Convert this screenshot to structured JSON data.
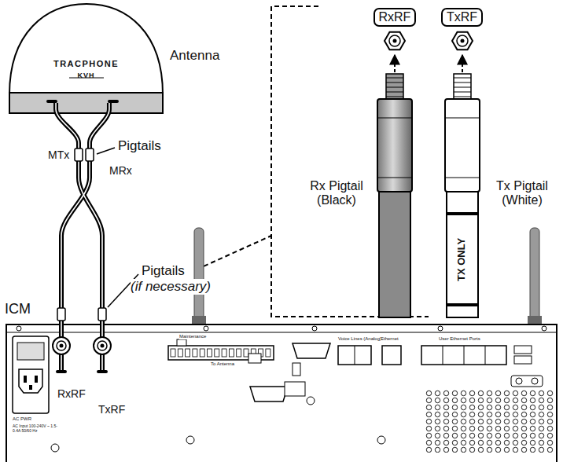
{
  "diagram": {
    "nodes": [
      {
        "text": [
          "Antenna",
          "TRACPHONE",
          "KVH"
        ]
      },
      {
        "text": [
          "MTx"
        ],
        "in": 0
      },
      {
        "text": [
          "MRx"
        ],
        "in": 0
      },
      {
        "text": [
          "ICM"
        ]
      },
      {
        "text": [
          "RxRF"
        ],
        "in": 3
      },
      {
        "text": [
          "TxRF"
        ],
        "in": 3
      },
      {
        "text": [
          "RxRF"
        ]
      },
      {
        "text": [
          "TxRF"
        ]
      }
    ],
    "edges": [
      {
        "from": 1,
        "to": 5,
        "arrow": "none"
      },
      {
        "from": 2,
        "to": 4,
        "arrow": "none"
      }
    ],
    "labels": [
      "Pigtails",
      "Pigtails",
      "(if necessary)",
      "Rx Pigtail (Black)",
      "Tx Pigtail (White)",
      "TX ONLY",
      "AC PWR",
      "AC Input 100-240V ~ 1.5-0.4A 50/60 Hz",
      "Maintenance",
      "To Antenna",
      "Voice Lines (Analog)",
      "Ethernet",
      "User Ethernet Ports"
    ]
  }
}
